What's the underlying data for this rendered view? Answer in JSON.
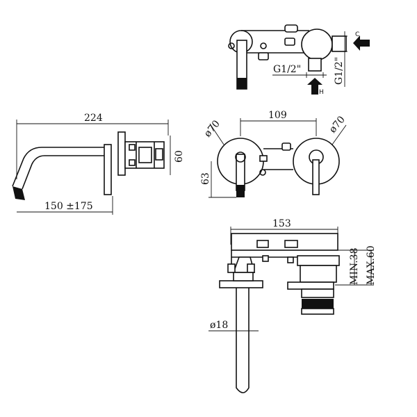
{
  "top_view": {
    "inlet_cold_label": "C",
    "inlet_hot_label": "H",
    "thread_horizontal": "G1/2\"",
    "thread_vertical": "G1/2\""
  },
  "side_view": {
    "overall_length": "224",
    "spout_reach": "150 ±175",
    "body_height": "60"
  },
  "front_view": {
    "plate_spacing": "109",
    "plate_diameter_left": "ø70",
    "plate_diameter_right": "ø70",
    "spout_height": "63"
  },
  "section_view": {
    "width": "153",
    "depth_min": "MIN.38",
    "depth_max": "MAX.60",
    "spout_diameter": "ø18"
  }
}
